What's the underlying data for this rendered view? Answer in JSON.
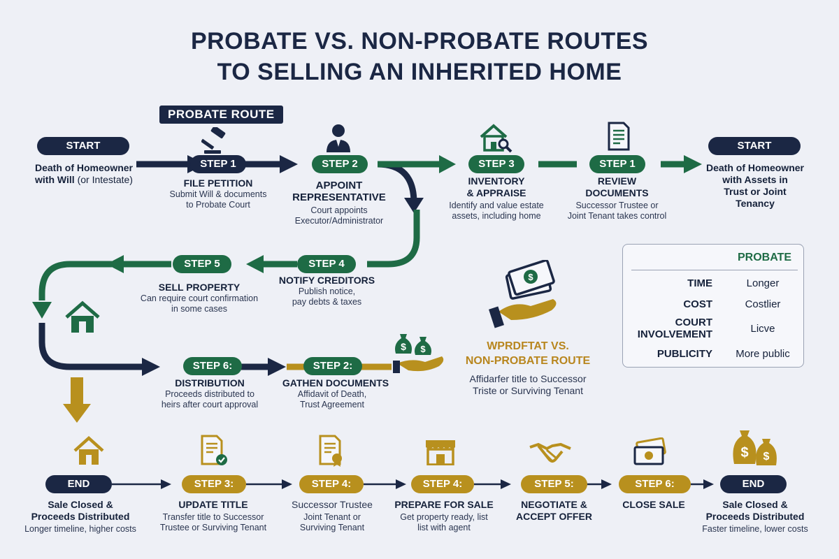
{
  "title": {
    "line1": "PROBATE VS. NON-PROBATE ROUTES",
    "line2": "TO SELLING AN INHERITED HOME"
  },
  "probate_route_label": "PROBATE ROUTE",
  "colors": {
    "navy": "#1b2744",
    "green": "#1e6b45",
    "gold": "#b8901e",
    "background": "#eef0f6"
  },
  "nodes": {
    "start_left": {
      "pill": "START",
      "title": "Death of Homeowner",
      "desc_bold": "with Will",
      "desc_rest": " (or Intestate)"
    },
    "file_petition": {
      "pill": "STEP 1",
      "title": "FILE PETITION",
      "desc1": "Submit Will & documents",
      "desc2": "to Probate Court",
      "icon": "gavel-icon"
    },
    "appoint": {
      "pill": "STEP 2",
      "title1": "APPOINT",
      "title2": "REPRESENTATIVE",
      "desc1": "Court appoints",
      "desc2": "Executor/Administrator",
      "icon": "person-icon"
    },
    "inventory": {
      "pill": "STEP 3",
      "title1": "INVENTORY",
      "title2": "& APPRAISE",
      "desc1": "Identify and value estate",
      "desc2": "assets, including home",
      "icon": "house-search-icon"
    },
    "review": {
      "pill": "STEP 1",
      "title1": "REVIEW",
      "title2": "DOCUMENTS",
      "desc1": "Successor Trustee or",
      "desc2": "Joint Tenant takes control",
      "icon": "document-icon"
    },
    "start_right": {
      "pill": "START",
      "title1": "Death of Homeowner",
      "title2": "with Assets in",
      "title3": "Trust or Joint",
      "title4": "Tenancy"
    },
    "notify": {
      "pill": "STEP 4",
      "title": "NOTIFY CREDITORS",
      "desc1": "Publish notice,",
      "desc2": "pay debts & taxes"
    },
    "sell": {
      "pill": "STEP 5",
      "title": "SELL PROPERTY",
      "desc1": "Can require court confirmation",
      "desc2": "in some cases"
    },
    "distribution": {
      "pill": "STEP 6:",
      "title": "DISTRIBUTION",
      "desc1": "Proceeds distributed to",
      "desc2": "heirs after court approval"
    },
    "gather": {
      "pill": "STEP 2:",
      "title": "GATHEN DOCUMENTS",
      "desc1": "Affidavit of Death,",
      "desc2": "Trust Agreement"
    },
    "end_left": {
      "pill": "END",
      "title1": "Sale Closed &",
      "title2": "Proceeds Distributed",
      "desc": "Longer timeline, higher costs"
    },
    "update_title": {
      "pill": "STEP 3:",
      "title": "UPDATE TITLE",
      "desc1": "Transfer title to Successor",
      "desc2": "Trustee or Surviving Tenant"
    },
    "successor": {
      "pill": "STEP 4:",
      "title": "Successor Trustee",
      "desc1": "Joint Tenant or",
      "desc2": "Surviving Tenant"
    },
    "prepare": {
      "pill": "STEP 4:",
      "title": "PREPARE FOR SALE",
      "desc1": "Get property ready, list",
      "desc2": "list with agent"
    },
    "negotiate": {
      "pill": "STEP 5:",
      "title1": "NEGOTIATE &",
      "title2": "ACCEPT OFFER"
    },
    "close_sale": {
      "pill": "STEP 6:",
      "title": "CLOSE SALE"
    },
    "end_right": {
      "pill": "END",
      "title1": "Sale Closed &",
      "title2": "Proceeds Distributed",
      "desc": "Faster timeline, lower costs"
    }
  },
  "nonprobate_callout": {
    "title1": "WPRDFTAT VS.",
    "title2": "NON-PROBATE ROUTE",
    "desc1": "Affidarfer title to Successor",
    "desc2": "Triste or Surviving Tenant"
  },
  "comparison": {
    "header": "PROBATE",
    "rows": [
      {
        "label": "TIME",
        "value": "Longer"
      },
      {
        "label": "COST",
        "value": "Costlier"
      },
      {
        "label1": "COURT",
        "label2": "INVOLVEMENT",
        "value": "Licve"
      },
      {
        "label": "PUBLICITY",
        "value": "More public"
      }
    ]
  }
}
